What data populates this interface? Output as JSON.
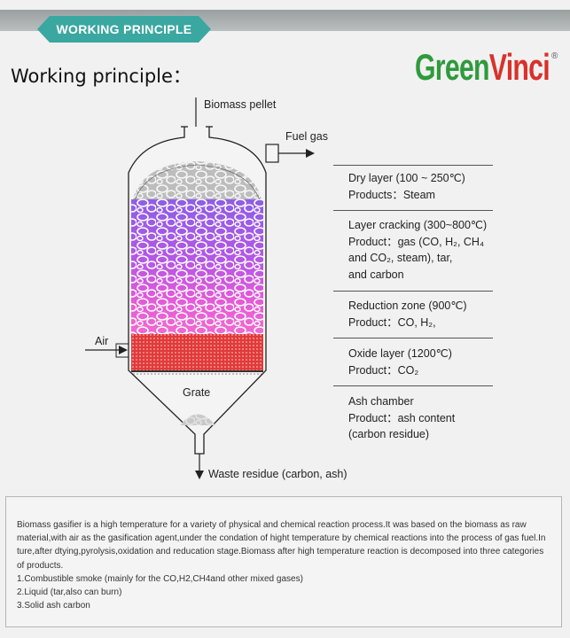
{
  "header": {
    "banner": "WORKING PRINCIPLE",
    "heading": "Working principle：",
    "logo_green": "Green",
    "logo_red": "Vinci",
    "logo_mark": "®"
  },
  "diagram": {
    "inlet": "Biomass pellet",
    "outlet": "Fuel gas",
    "air": "Air",
    "grate": "Grate",
    "waste": "Waste residue (carbon, ash)"
  },
  "layers": [
    {
      "lines": [
        "Dry layer (100 ~ 250℃)",
        "Products：Steam"
      ]
    },
    {
      "lines": [
        "Layer cracking (300~800℃)",
        "Product：gas (CO, H₂, CH₄",
        "and CO₂, steam), tar,",
        "and carbon"
      ]
    },
    {
      "lines": [
        "Reduction zone (900℃)",
        "Product：CO, H₂,"
      ]
    },
    {
      "lines": [
        "Oxide layer (1200℃)",
        "Product：CO₂"
      ]
    },
    {
      "lines": [
        "Ash chamber",
        "Product：ash content",
        "(carbon residue)"
      ]
    }
  ],
  "description": {
    "paragraph": "Biomass gasifier is a high temperature for a variety of physical and chemical reaction process.It was based on the biomass as raw material,with air as the gasification agent,under the condation of hight temperature by chemical reactions into the process of gas fuel.In ture,after dtying,pyrolysis,oxidation and reducation stage.Biomass after high temperature reaction is decomposed into three categories of products.",
    "items": [
      "1.Combustible smoke (mainly for the CO,H2,CH4and other mixed gases)",
      "2.Liquid (tar,also can burn)",
      "3.Solid ash carbon"
    ]
  },
  "colors": {
    "banner_teal": "#3aa7a0",
    "dry_layer": "#b9b9b9",
    "cracking_layer": "#9a55e0",
    "reduction_layer": "#e455dd",
    "oxide_layer": "#e03a3a",
    "logo_green": "#2f9a3c",
    "logo_red": "#d9312b"
  }
}
